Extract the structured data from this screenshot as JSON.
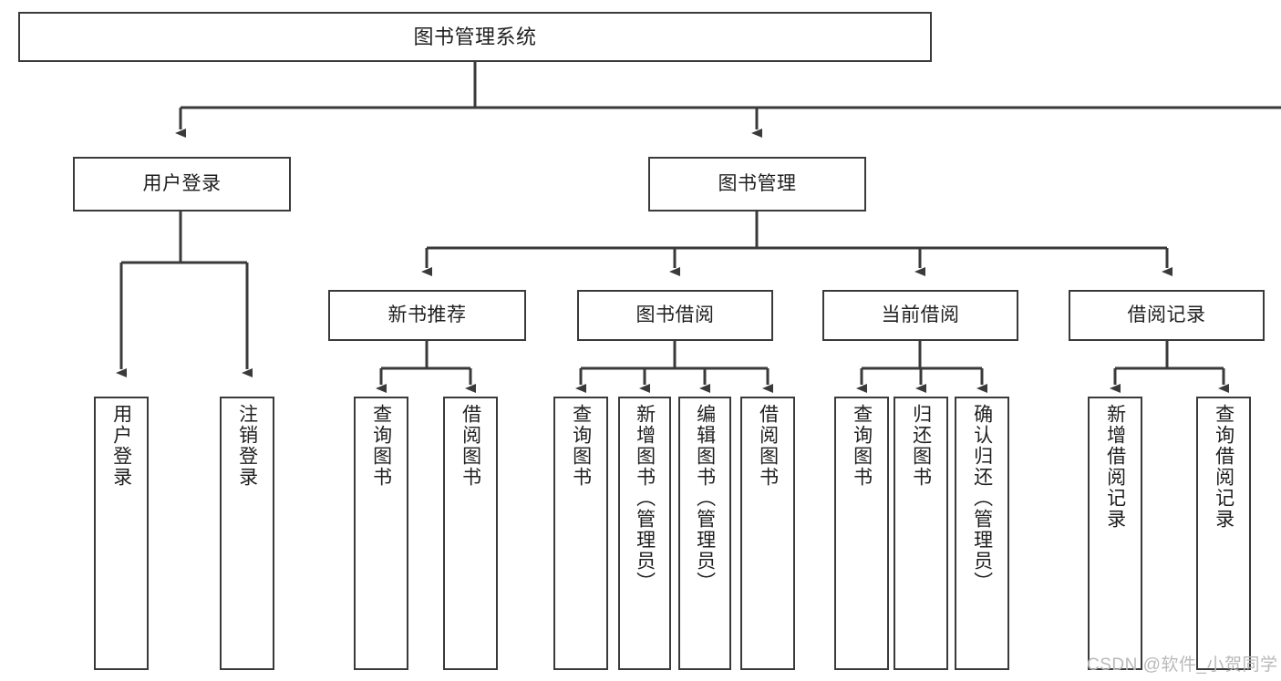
{
  "diagram": {
    "type": "tree-hierarchy-chart",
    "title": "图书管理系统",
    "stroke_color": "#3a3a3a",
    "background_color": "#ffffff",
    "text_color": "#1f1f1f",
    "watermark": "CSDN @软件_小贺同学",
    "levels": {
      "root": {
        "label": "图书管理系统"
      },
      "level2": [
        {
          "id": "user-login",
          "label": "用户登录"
        },
        {
          "id": "book-manage",
          "label": "图书管理"
        }
      ],
      "level3": [
        {
          "id": "new-book-recommend",
          "label": "新书推荐",
          "parent": "book-manage"
        },
        {
          "id": "book-borrow",
          "label": "图书借阅",
          "parent": "book-manage"
        },
        {
          "id": "current-borrow",
          "label": "当前借阅",
          "parent": "book-manage"
        },
        {
          "id": "borrow-record",
          "label": "借阅记录",
          "parent": "book-manage"
        }
      ],
      "leaves": [
        {
          "id": "leaf-user-login",
          "label": "用户登录",
          "parent": "user-login"
        },
        {
          "id": "leaf-user-logout",
          "label": "注销登录",
          "parent": "user-login"
        },
        {
          "id": "leaf-query-book-1",
          "label": "查询图书",
          "parent": "new-book-recommend"
        },
        {
          "id": "leaf-borrow-book-1",
          "label": "借阅图书",
          "parent": "new-book-recommend"
        },
        {
          "id": "leaf-query-book-2",
          "label": "查询图书",
          "parent": "book-borrow"
        },
        {
          "id": "leaf-add-book",
          "label": "新增图书（管理员）",
          "parent": "book-borrow"
        },
        {
          "id": "leaf-edit-book",
          "label": "编辑图书（管理员）",
          "parent": "book-borrow"
        },
        {
          "id": "leaf-borrow-book-2",
          "label": "借阅图书",
          "parent": "book-borrow"
        },
        {
          "id": "leaf-query-book-3",
          "label": "查询图书",
          "parent": "current-borrow"
        },
        {
          "id": "leaf-return-book",
          "label": "归还图书",
          "parent": "current-borrow"
        },
        {
          "id": "leaf-confirm-return",
          "label": "确认归还（管理员）",
          "parent": "current-borrow"
        },
        {
          "id": "leaf-add-record",
          "label": "新增借阅记录",
          "parent": "borrow-record"
        },
        {
          "id": "leaf-query-record",
          "label": "查询借阅记录",
          "parent": "borrow-record"
        }
      ]
    }
  }
}
